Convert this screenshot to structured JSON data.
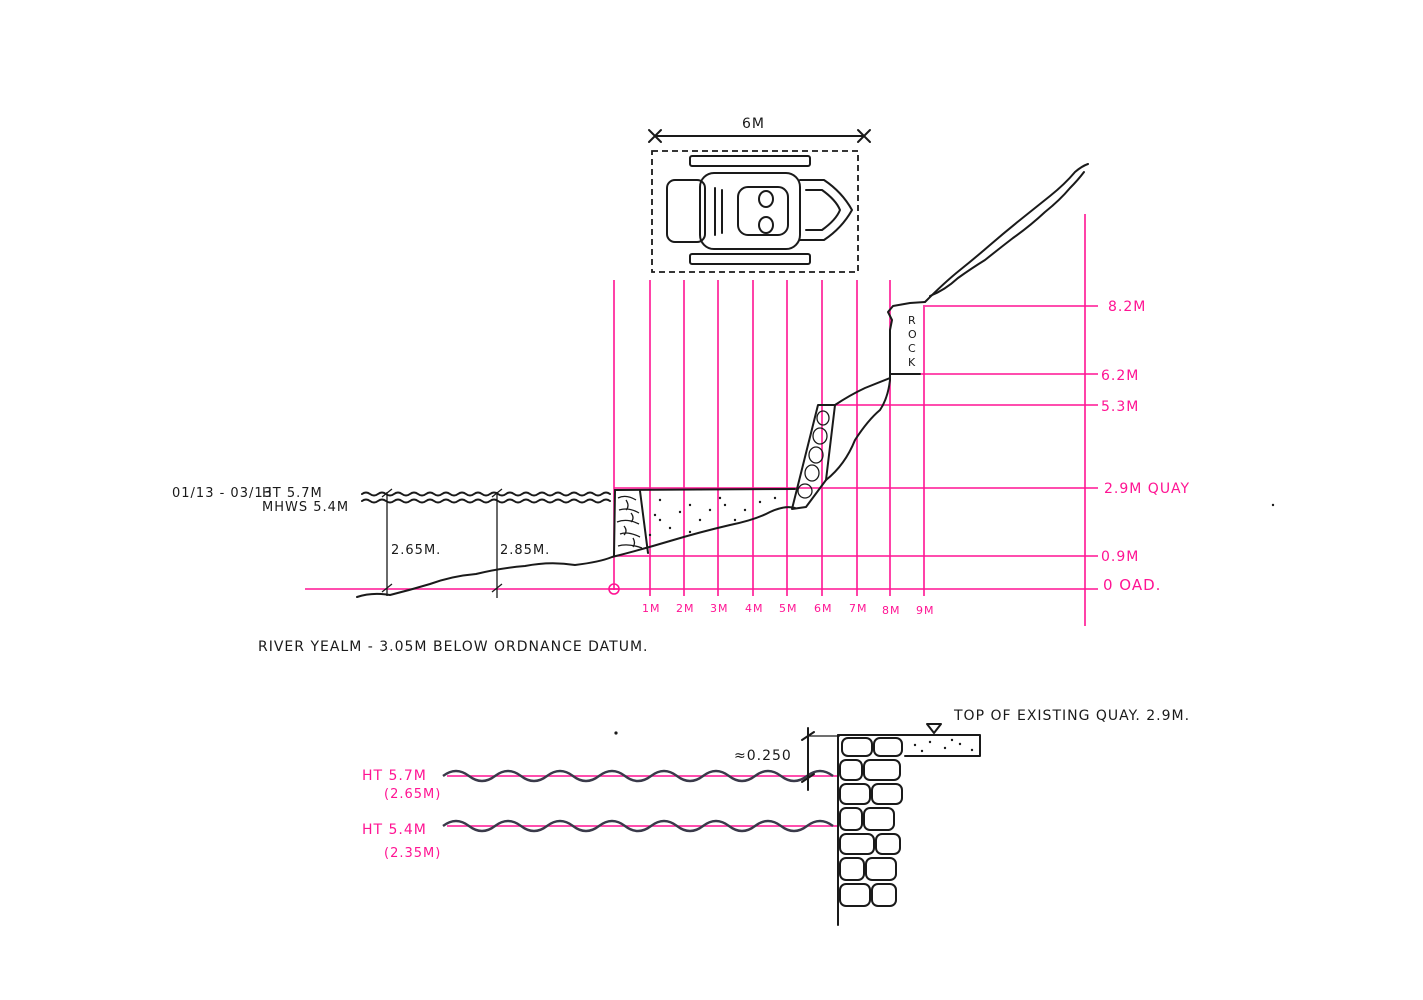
{
  "plan": {
    "width_label": "6M"
  },
  "levels": {
    "l82": "8.2M",
    "l62": "6.2M",
    "l53": "5.3M",
    "l29": "2.9M QUAY",
    "l09": "0.9M",
    "l00": "0 OAD."
  },
  "distances": [
    "1M",
    "2M",
    "3M",
    "4M",
    "5M",
    "6M",
    "7M",
    "8M",
    "9M"
  ],
  "rock_letters": [
    "R",
    "O",
    "C",
    "K"
  ],
  "tide": {
    "dates": "01/13 - 03/13",
    "ht_label": "HT 5.7M",
    "mhws_label": "MHWS 5.4M",
    "depth1": "2.65M.",
    "depth2": "2.85M."
  },
  "river_note": "RIVER YEALM - 3.05M BELOW ORDNANCE DATUM.",
  "detail": {
    "ht1": "HT 5.7M",
    "ht1_sub": "(2.65M)",
    "ht2": "HT 5.4M",
    "ht2_sub": "(2.35M)",
    "gap": "≈0.250",
    "quay_top": "TOP OF EXISTING QUAY. 2.9M."
  },
  "colors": {
    "ink": "#1a1a1a",
    "magenta": "#ff1493"
  }
}
